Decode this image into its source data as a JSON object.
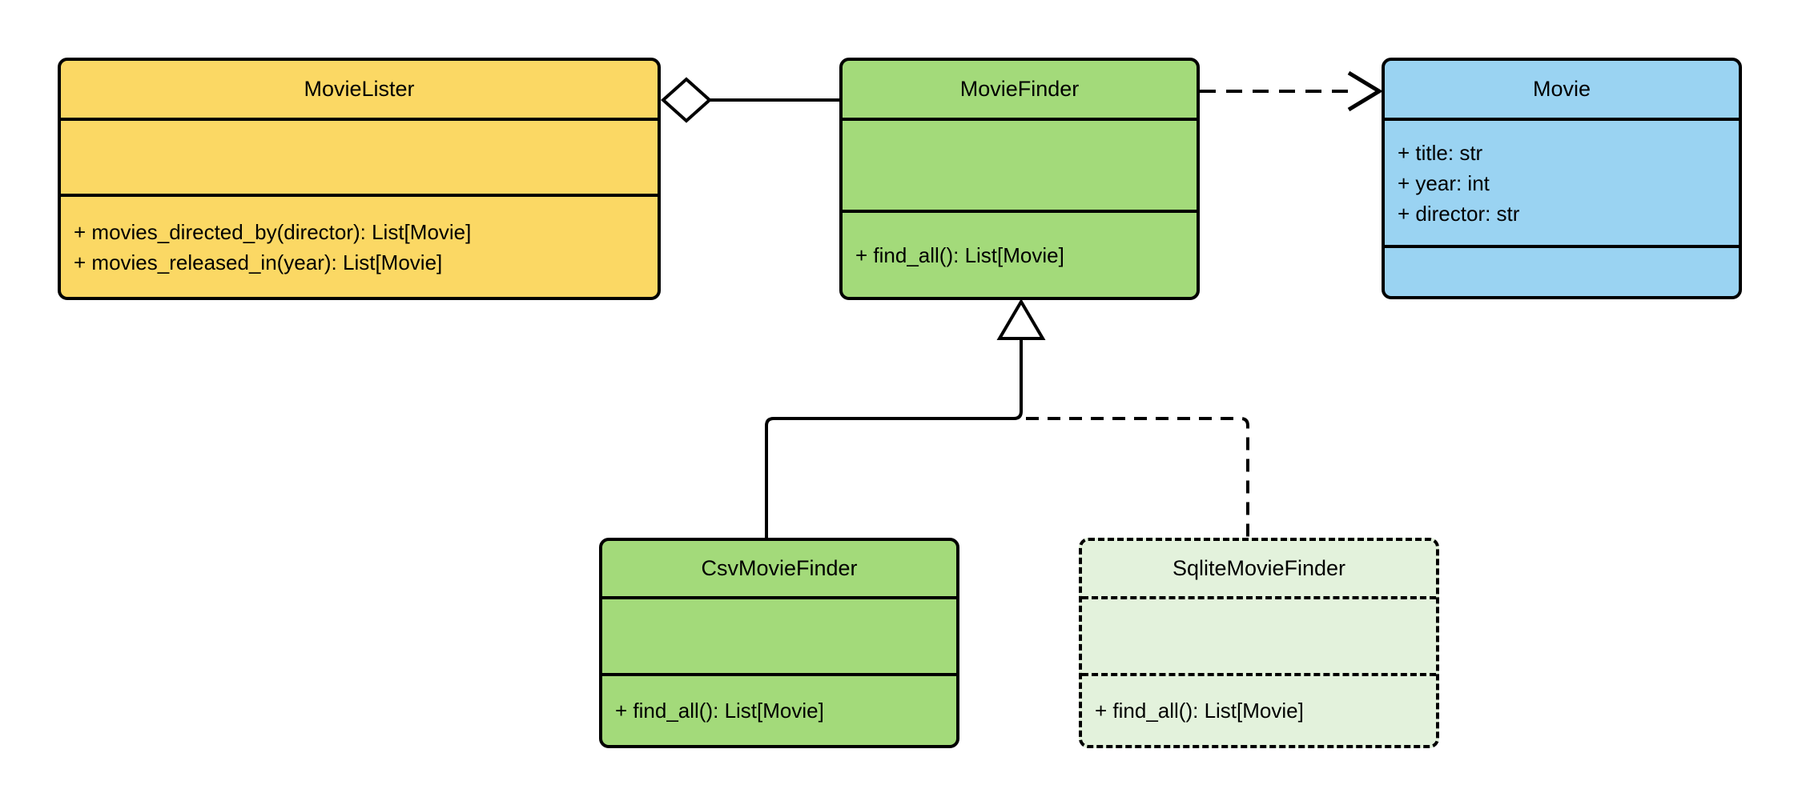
{
  "diagram": {
    "type": "uml-class-diagram",
    "background_color": "#ffffff",
    "stroke_color": "#000000",
    "text_color": "#000000",
    "marker_fill": "#ffffff",
    "classes": [
      {
        "name": "MovieLister",
        "fill": "#FBD864",
        "border_style": "solid",
        "attributes": [],
        "methods": [
          "+ movies_directed_by(director): List[Movie]",
          "+ movies_released_in(year): List[Movie]"
        ]
      },
      {
        "name": "MovieFinder",
        "fill": "#A3DA7A",
        "border_style": "solid",
        "attributes": [],
        "methods": [
          "+ find_all(): List[Movie]"
        ]
      },
      {
        "name": "Movie",
        "fill": "#9AD3F2",
        "border_style": "solid",
        "attributes": [
          "+ title: str",
          "+ year: int",
          "+ director: str"
        ],
        "methods": []
      },
      {
        "name": "CsvMovieFinder",
        "fill": "#A3DA7A",
        "border_style": "solid",
        "attributes": [],
        "methods": [
          "+ find_all(): List[Movie]"
        ]
      },
      {
        "name": "SqliteMovieFinder",
        "fill": "#E3F2DC",
        "border_style": "dashed",
        "attributes": [],
        "methods": [
          "+ find_all(): List[Movie]"
        ]
      }
    ],
    "relationships": [
      {
        "type": "aggregation",
        "from": "MovieLister",
        "to": "MovieFinder",
        "line_style": "solid",
        "marker": "hollow-diamond"
      },
      {
        "type": "dependency",
        "from": "MovieFinder",
        "to": "Movie",
        "line_style": "dashed",
        "marker": "open-arrow"
      },
      {
        "type": "generalization",
        "from": "CsvMovieFinder",
        "to": "MovieFinder",
        "line_style": "solid",
        "marker": "hollow-triangle"
      },
      {
        "type": "generalization",
        "from": "SqliteMovieFinder",
        "to": "MovieFinder",
        "line_style": "dashed",
        "marker": "hollow-triangle"
      }
    ]
  }
}
